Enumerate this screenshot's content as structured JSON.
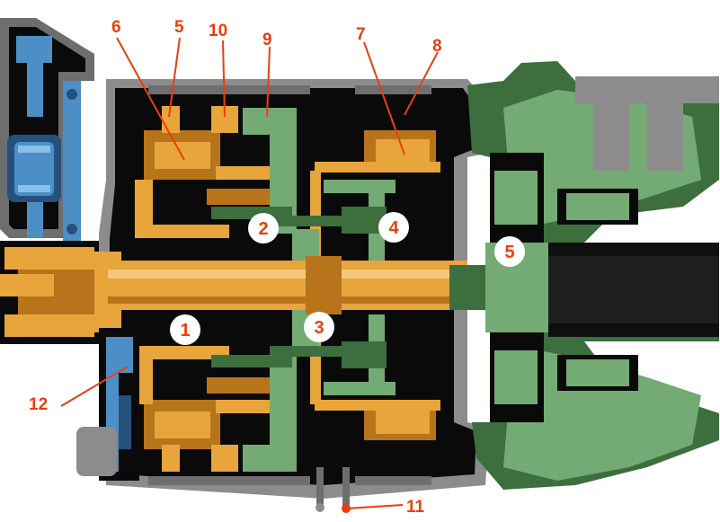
{
  "colors": {
    "housing": "#8c8c8c",
    "housing_dark": "#6e6e6e",
    "cavity": "#0a0a0a",
    "orange": "#e7a53c",
    "orange_dark": "#b8741a",
    "green": "#74aa74",
    "green_dark": "#3d6e3d",
    "blue": "#4b8fc6",
    "blue_dark": "#25527c",
    "label": "#e8400e"
  },
  "callouts": [
    "6",
    "5",
    "10",
    "9",
    "7",
    "8",
    "12",
    "11"
  ],
  "circled": [
    "1",
    "2",
    "3",
    "4",
    "5"
  ]
}
